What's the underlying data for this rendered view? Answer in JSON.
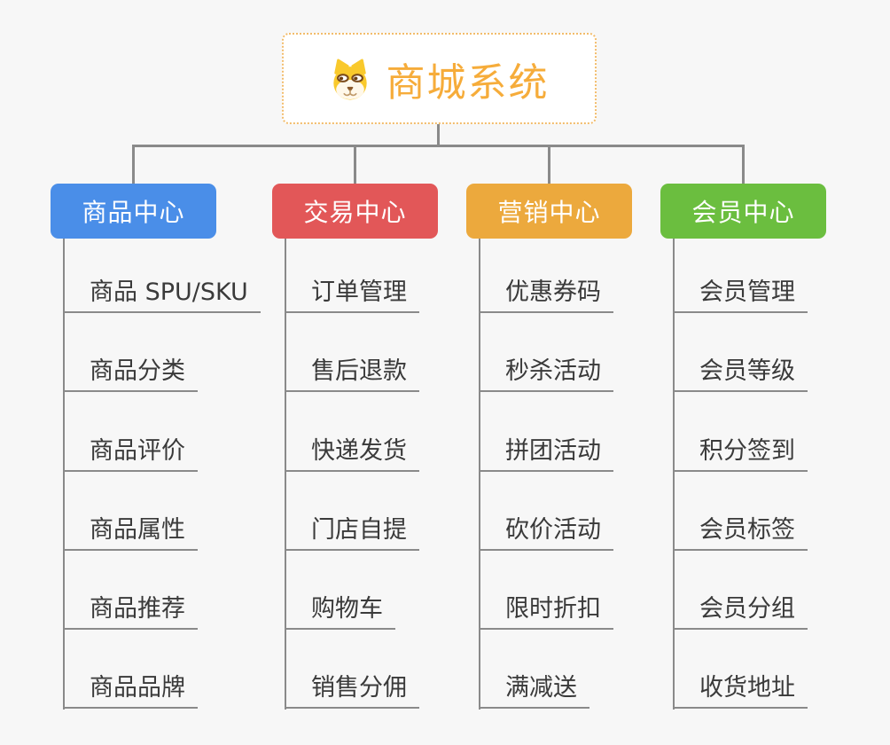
{
  "root": {
    "title": "商城系统",
    "icon": "shiba-dog-icon"
  },
  "branches": [
    {
      "label": "商品中心",
      "color": "#4a8ee8",
      "items": [
        "商品 SPU/SKU",
        "商品分类",
        "商品评价",
        "商品属性",
        "商品推荐",
        "商品品牌"
      ]
    },
    {
      "label": "交易中心",
      "color": "#e25758",
      "items": [
        "订单管理",
        "售后退款",
        "快递发货",
        "门店自提",
        "购物车",
        "销售分佣"
      ]
    },
    {
      "label": "营销中心",
      "color": "#eca93d",
      "items": [
        "优惠券码",
        "秒杀活动",
        "拼团活动",
        "砍价活动",
        "限时折扣",
        "满减送"
      ]
    },
    {
      "label": "会员中心",
      "color": "#6bbe3f",
      "items": [
        "会员管理",
        "会员等级",
        "积分签到",
        "会员标签",
        "会员分组",
        "收货地址"
      ]
    }
  ],
  "colors": {
    "background": "#f7f7f7",
    "connector_line": "#8a8a8a",
    "root_title_text": "#f6ac3a",
    "root_border": "#f2bc6b",
    "leaf_text": "#3a3a3a"
  }
}
